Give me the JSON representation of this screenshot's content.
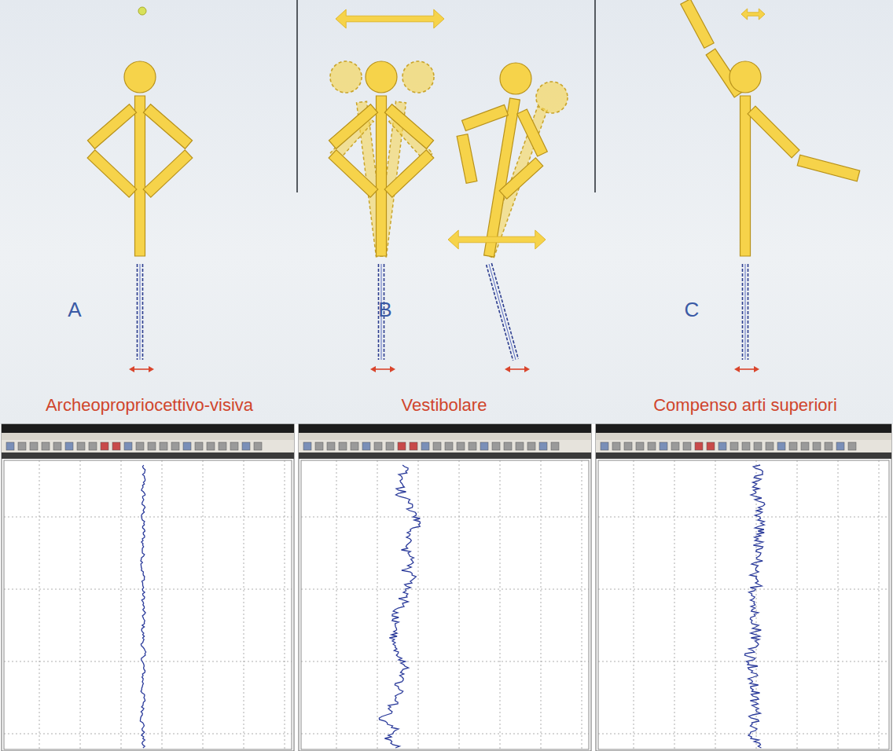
{
  "diagram": {
    "labels": [
      "A",
      "Archeopropriocettivo-visiva",
      "B",
      "Vestibolare",
      "C",
      "Compenso arti superiori"
    ]
  }
}
